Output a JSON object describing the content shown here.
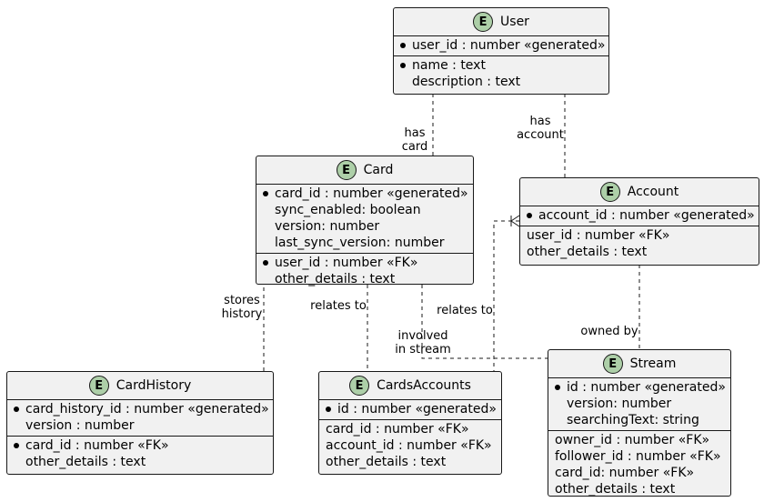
{
  "entities": {
    "user": {
      "name": "User",
      "badge": "E",
      "keys": [
        "user_id : number «generated»"
      ],
      "attrs": [
        {
          "text": "name : text",
          "required": true
        },
        {
          "text": "description : text",
          "required": false
        }
      ]
    },
    "card": {
      "name": "Card",
      "badge": "E",
      "keys": [
        {
          "text": "card_id : number «generated»",
          "required": true
        },
        {
          "text": "sync_enabled: boolean",
          "required": false
        },
        {
          "text": "version: number",
          "required": false
        },
        {
          "text": "last_sync_version: number",
          "required": false
        }
      ],
      "attrs": [
        {
          "text": "user_id : number «FK»",
          "required": true
        },
        {
          "text": "other_details : text",
          "required": false
        }
      ]
    },
    "account": {
      "name": "Account",
      "badge": "E",
      "keys": [
        "account_id : number «generated»"
      ],
      "attrs": [
        "user_id : number «FK»",
        "other_details : text"
      ]
    },
    "card_history": {
      "name": "CardHistory",
      "badge": "E",
      "keys": [
        {
          "text": "card_history_id : number «generated»",
          "required": true
        },
        {
          "text": "version : number",
          "required": false
        }
      ],
      "attrs": [
        {
          "text": "card_id : number «FK»",
          "required": true
        },
        {
          "text": "other_details : text",
          "required": false
        }
      ]
    },
    "cards_accounts": {
      "name": "CardsAccounts",
      "badge": "E",
      "keys": [
        "id : number «generated»"
      ],
      "attrs": [
        "card_id : number «FK»",
        "account_id : number «FK»",
        "other_details : text"
      ]
    },
    "stream": {
      "name": "Stream",
      "badge": "E",
      "keys": [
        {
          "text": "id : number «generated»",
          "required": true
        },
        {
          "text": "version: number",
          "required": false
        },
        {
          "text": "searchingText: string",
          "required": false
        }
      ],
      "attrs": [
        "owner_id : number «FK»",
        "follower_id : number «FK»",
        "card_id: number «FK»",
        "other_details : text"
      ]
    }
  },
  "relations": {
    "user_card": [
      "has",
      "card"
    ],
    "user_account": [
      "has",
      "account"
    ],
    "card_history": [
      "stores",
      "history"
    ],
    "card_cards_accounts": [
      "relates to"
    ],
    "account_cards_accounts": [
      "relates to"
    ],
    "card_stream": [
      "involved",
      "in stream"
    ],
    "account_stream": [
      "owned by"
    ]
  }
}
